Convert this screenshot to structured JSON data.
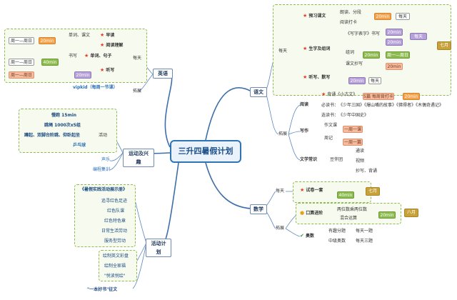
{
  "center": "三升四暑假计划",
  "english": {
    "title": "英语",
    "every_day": "每天",
    "expand": "拓展",
    "vipkid": "vipkid（每周一节课）",
    "items": [
      {
        "label": "早读",
        "left": "周一—周日",
        "time": "20min",
        "note": "单词、课文"
      },
      {
        "label": "阅读理解",
        "left": "",
        "time": "",
        "note": ""
      },
      {
        "label": "单词、句子",
        "left": "周一—周日",
        "time": "40min",
        "note": "书写"
      },
      {
        "label": "听写",
        "left": "周一—周日",
        "time": "20min",
        "note": ""
      }
    ]
  },
  "sports": {
    "title": "运动及兴趣",
    "activity": "活动",
    "items": [
      "慢跑 15min",
      "跳绳 1000次x5组",
      "蹲起、双脚台阶跳、仰卧起坐",
      "乒乓球"
    ],
    "extras": [
      "声乐",
      "编程集训"
    ]
  },
  "activities": {
    "title": "活动计划",
    "items": [
      "《暑假实践活动展示册》",
      "追寻红色足迹",
      "红色队课",
      "红色特色章",
      "日常生活劳动",
      "服务型劳动"
    ],
    "drawing": [
      "绘制英文彩盘",
      "绘制全家福",
      "\"悦读悦绘\""
    ],
    "book": "\"一本好书\"征文"
  },
  "chinese": {
    "title": "语文",
    "every_day": "每天",
    "expand": "拓展",
    "july": "七月",
    "every_day_right": "每天",
    "preview": {
      "label": "预习课文",
      "notes": [
        "朗读、分段",
        "阅读打卡"
      ],
      "time": "20min",
      "freq": "每天"
    },
    "words": {
      "label": "生字及组词",
      "notes": [
        "《写字表字》书写",
        "组词",
        "课文抄写"
      ],
      "time": "20min",
      "range": "周一—周日",
      "times": [
        "20min",
        "20min",
        "20min"
      ]
    },
    "dictation": {
      "label": "听写、默写",
      "time": "20min",
      "freq": "每天"
    },
    "reading": {
      "label": "阅读",
      "rows": [
        {
          "cat": "背诵《小古文》",
          "detail": "5篇 每周背打卡",
          "time": "20min"
        },
        {
          "cat": "必读书：",
          "detail": "《少年三国》《爆山嘴的故事》《佛得者》《木偶奇遇记》"
        },
        {
          "cat": "选读书：",
          "detail": "《少年中国史》"
        }
      ]
    },
    "writing": {
      "label": "写作",
      "items": [
        "作文课",
        "周记"
      ],
      "freqs": [
        "一周一课",
        "一周一篇"
      ]
    },
    "knowledge": {
      "label": "文学常识",
      "sub": "豆伴团",
      "items": [
        "通读",
        "视频",
        "抄写、背诵"
      ]
    }
  },
  "math": {
    "title": "数学",
    "every_day": "每天",
    "expand": "拓展",
    "exam": {
      "label": "试卷一套",
      "time": "40min",
      "month": "七月"
    },
    "olympiad": {
      "label": "口算进阶",
      "notes": [
        "两位数乘两位数",
        "混合运算"
      ],
      "time": "20min",
      "month": "八月"
    },
    "olympic": {
      "label": "奥数",
      "rows": [
        {
          "a": "有趣分题",
          "b": "每天一题"
        },
        {
          "a": "中级奥数",
          "b": "每天三题"
        }
      ]
    }
  }
}
